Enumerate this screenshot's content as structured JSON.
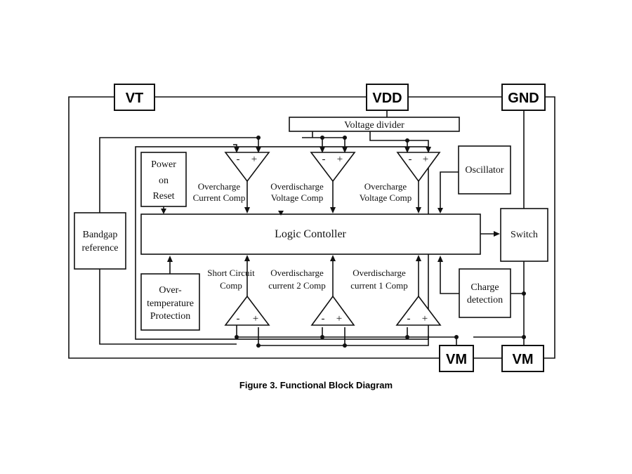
{
  "pins": {
    "vt": "VT",
    "vdd": "VDD",
    "gnd": "GND",
    "vm_left": "VM",
    "vm_right": "VM"
  },
  "blocks": {
    "voltage_divider": "Voltage divider",
    "power_on_reset": [
      "Power",
      "on",
      "Reset"
    ],
    "oscillator": "Oscillator",
    "bandgap_reference": [
      "Bandgap",
      "reference"
    ],
    "logic_controller": "Logic Contoller",
    "switch": "Switch",
    "over_temperature": [
      "Over-",
      "temperature",
      "Protection"
    ],
    "charge_detection": [
      "Charge",
      "detection"
    ]
  },
  "comparators": {
    "top": [
      {
        "lines": [
          "Overcharge",
          "Current Comp"
        ]
      },
      {
        "lines": [
          "Overdischarge",
          "Voltage Comp"
        ]
      },
      {
        "lines": [
          "Overcharge",
          "Voltage Comp"
        ]
      }
    ],
    "bottom": [
      {
        "lines": [
          "Short Circuit",
          "Comp"
        ]
      },
      {
        "lines": [
          "Overdischarge",
          "current 2 Comp"
        ]
      },
      {
        "lines": [
          "Overdischarge",
          "current 1 Comp"
        ]
      }
    ],
    "minus_sign": "-",
    "plus_sign": "+"
  },
  "caption": "Figure 3. Functional Block Diagram"
}
